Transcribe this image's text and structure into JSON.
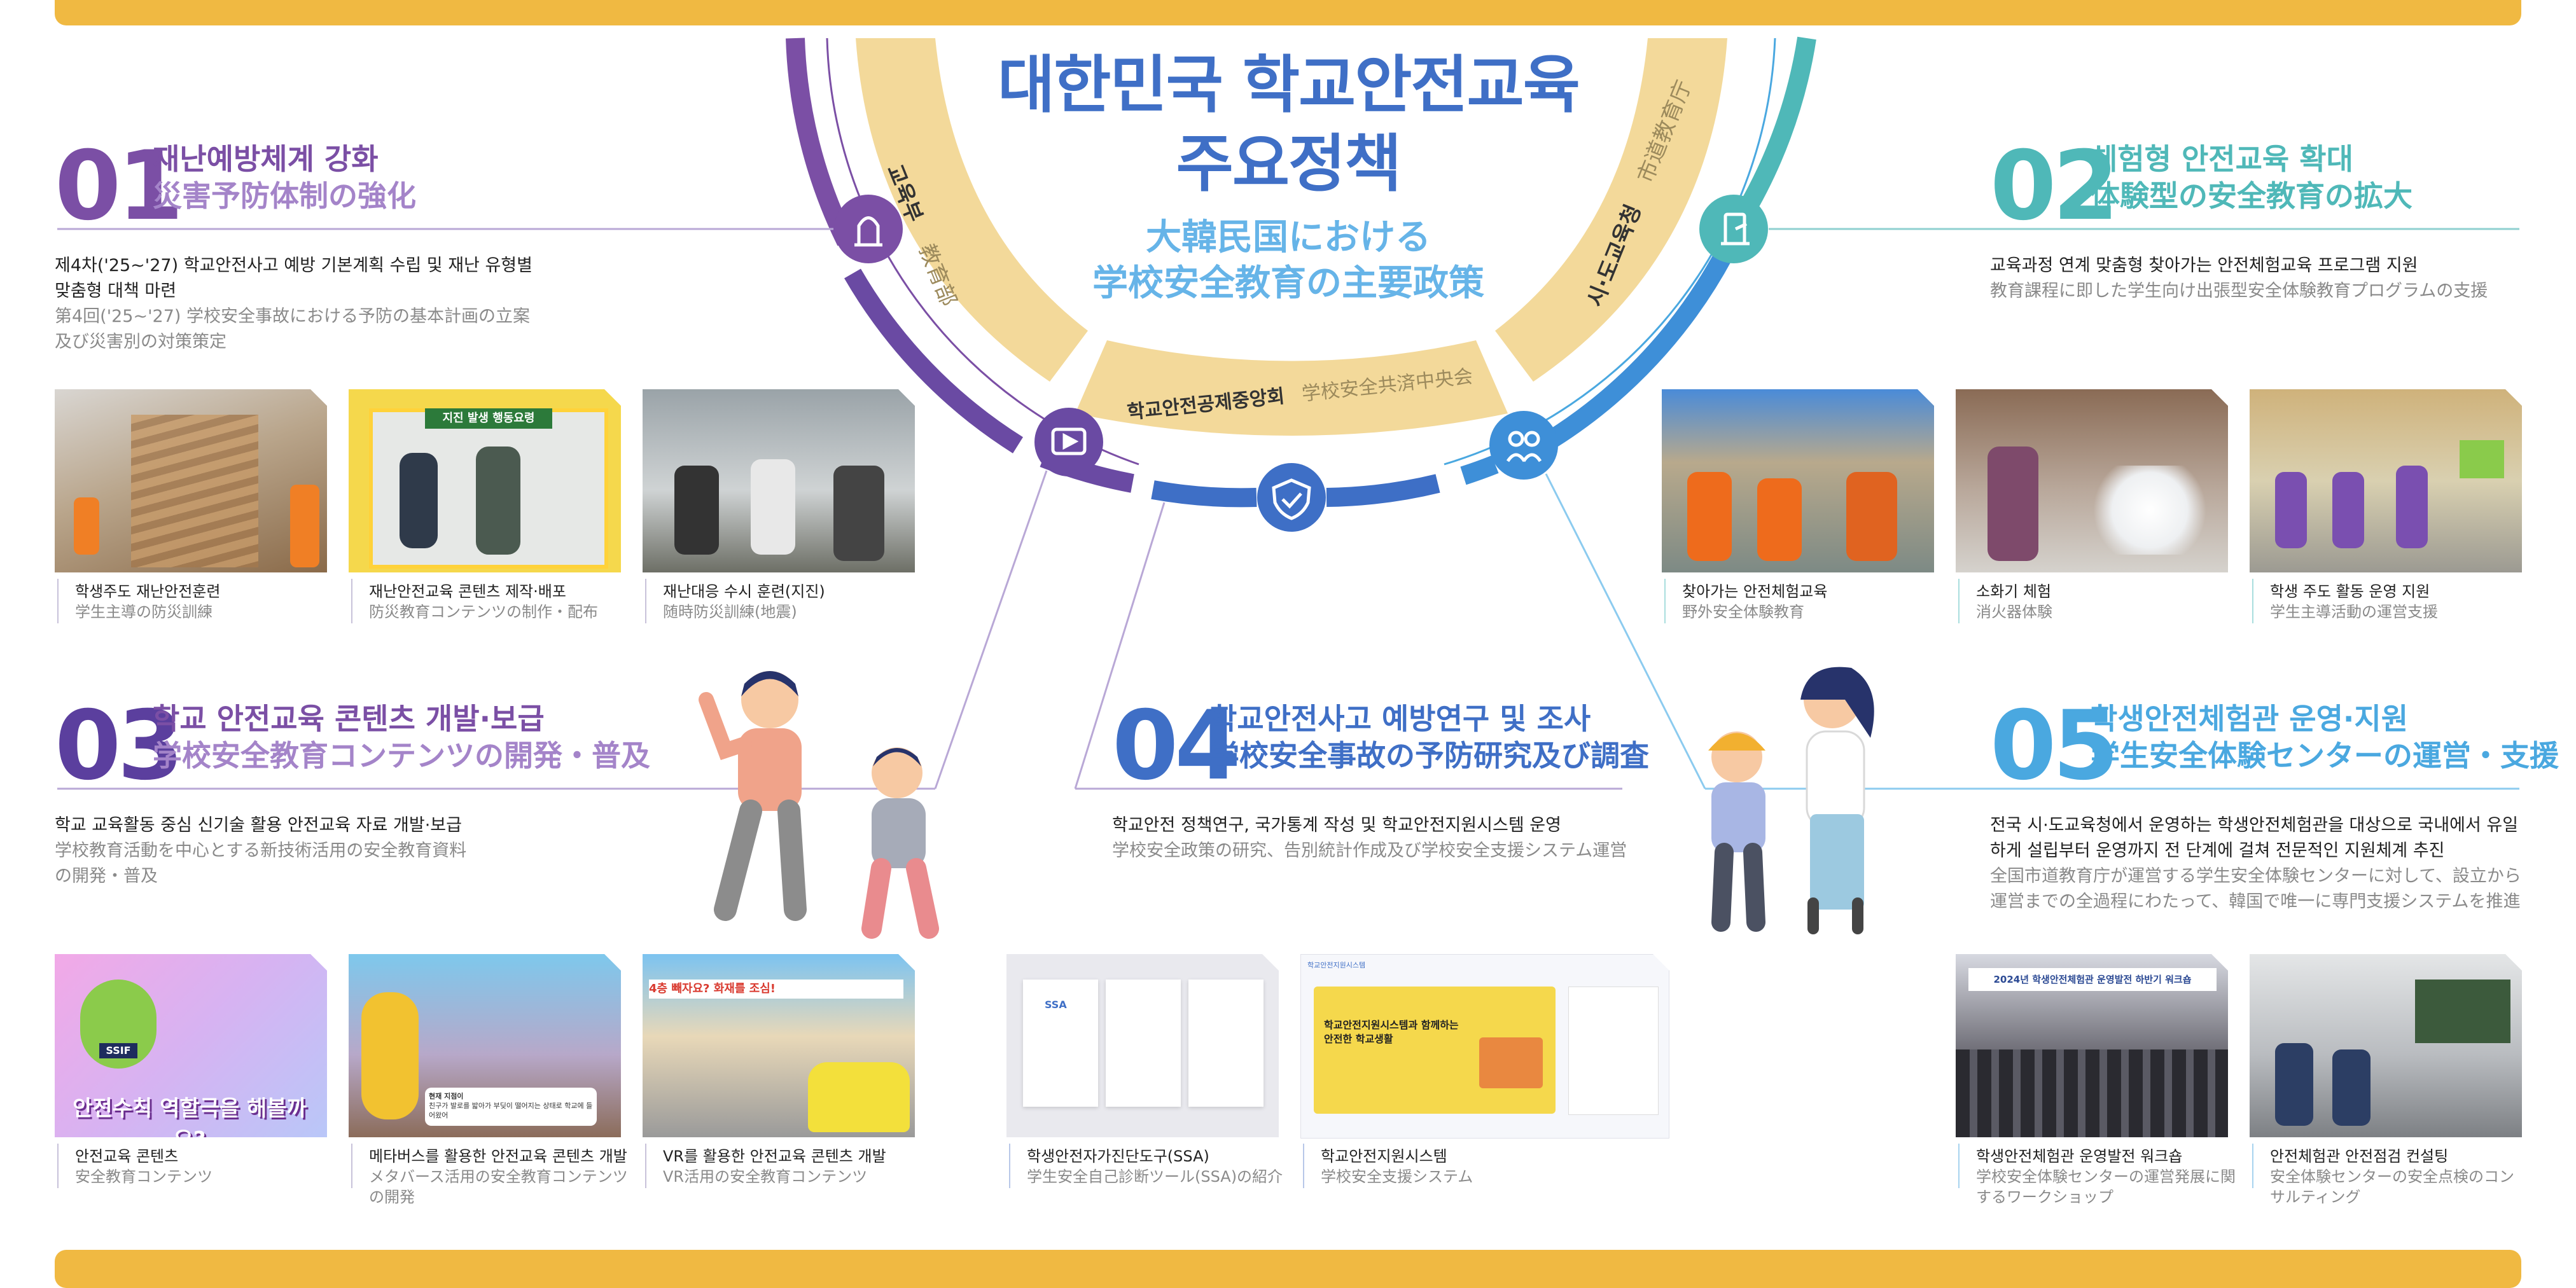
{
  "header": {
    "title_line1": "대한민국 학교안전교육",
    "title_line2": "주요정책",
    "subtitle_line1": "大韓民国における",
    "subtitle_line2": "学校安全教育の主要政策"
  },
  "ribbons": {
    "left_ko": "교육부",
    "left_ja": "教育部",
    "right_ko": "시·도교육청",
    "right_ja": "市道教育庁",
    "bottom_ko": "학교안전공제중앙회",
    "bottom_ja": "学校安全共済中央会"
  },
  "colors": {
    "purple": "#7B4FA5",
    "teal": "#4FB8B8",
    "blue": "#3F6FC6",
    "skyblue": "#4AA8E0",
    "gold": "#F0B942",
    "ribbon": "#F3D99A",
    "arc_purple": "#6A4AA3",
    "arc_blue": "#3E6FC6"
  },
  "sections": {
    "s01": {
      "num": "01",
      "title_ko": "재난예방체계 강화",
      "title_ja": "災害予防体制の強化",
      "desc_ko": "제4차('25~'27) 학교안전사고 예방 기본계획 수립 및 재난 유형별 맞춤형 대책 마련",
      "desc_ja": "第4回('25~'27) 学校安全事故における予防の基本計画の立案及び災害別の対策策定",
      "photos": [
        {
          "ko": "학생주도 재난안전훈련",
          "ja": "学生主導の防災訓練"
        },
        {
          "ko": "재난안전교육 콘텐츠 제작·배포",
          "ja": "防災教育コンテンツの制作・配布"
        },
        {
          "ko": "재난대응 수시 훈련(지진)",
          "ja": "随時防災訓練(地震)"
        }
      ],
      "photo_sign": "지진 발생 행동요령"
    },
    "s02": {
      "num": "02",
      "title_ko": "체험형 안전교육 확대",
      "title_ja": "体験型の安全教育の拡大",
      "desc_ko": "교육과정 연계 맞춤형 찾아가는 안전체험교육 프로그램 지원",
      "desc_ja": "教育課程に即した学生向け出張型安全体験教育プログラムの支援",
      "photos": [
        {
          "ko": "찾아가는 안전체험교육",
          "ja": "野外安全体験教育"
        },
        {
          "ko": "소화기 체험",
          "ja": "消火器体験"
        },
        {
          "ko": "학생 주도 활동 운영 지원",
          "ja": "学生主導活動の運営支援"
        }
      ]
    },
    "s03": {
      "num": "03",
      "title_ko": "학교 안전교육 콘텐츠 개발·보급",
      "title_ja": "学校安全教育コンテンツの開発・普及",
      "desc_ko": "학교 교육활동 중심 신기술 활용 안전교육 자료 개발·보급",
      "desc_ja": "学校教育活動を中心とする新技術活用の安全教育資料の開発・普及",
      "photos": [
        {
          "ko": "안전교육 콘텐츠",
          "ja": "安全教育コンテンツ"
        },
        {
          "ko": "메타버스를 활용한 안전교육 콘텐츠 개발",
          "ja": "メタバース活用の安全教育コンテンツの開発"
        },
        {
          "ko": "VR를 활용한 안전교육 콘텐츠 개발",
          "ja": "VR活用の安全教育コンテンツ"
        }
      ],
      "photo_banner": "안전수칙 역할극을 해볼까요?",
      "photo_badge": "SSIF",
      "photo_caption_small": "현재 지점이",
      "photo_caption_small2": "친구가 발로를 밟아가 부딪이 떨어지는 상태로 학교에 들어왔어",
      "photo_vr_sign": "4층 빼자요? 화재를 조심!"
    },
    "s04": {
      "num": "04",
      "title_ko": "학교안전사고 예방연구 및 조사",
      "title_ja": "学校安全事故の予防研究及び調査",
      "desc_ko": "학교안전 정책연구, 국가통계 작성 및 학교안전지원시스템 운영",
      "desc_ja": "学校安全政策の研究、告別統計作成及び学校安全支援システム運営",
      "photos": [
        {
          "ko": "학생안전자가진단도구(SSA)",
          "ja": "学生安全自己診断ツール(SSA)の紹介"
        },
        {
          "ko": "학교안전지원시스템",
          "ja": "学校安全支援システム"
        }
      ],
      "doc_label": "SSA",
      "doc_title": "학교안전지원시스템",
      "site_headline": "학교안전지원시스템과 함께하는 안전한 학교생활"
    },
    "s05": {
      "num": "05",
      "title_ko": "학생안전체험관 운영·지원",
      "title_ja": "学生安全体験センターの運営・支援",
      "desc_ko": "전국 시·도교육청에서 운영하는 학생안전체험관을 대상으로 국내에서 유일하게 설립부터 운영까지 전 단계에 걸쳐 전문적인 지원체계 추진",
      "desc_ja": "全国市道教育庁が運営する学生安全体験センターに対して、設立から運営までの全過程にわたって、韓国で唯一に専門支援システムを推進",
      "photos": [
        {
          "ko": "학생안전체험관 운영발전 워크숍",
          "ja": "学校安全体験センターの運営発展に関するワークショップ"
        },
        {
          "ko": "안전체험관 안전점검 컨설팅",
          "ja": "安全体験センターの安全点検のコンサルティング"
        }
      ],
      "banner_text": "2024년 학생안전체험관 운영발전 하반기 워크숍"
    }
  }
}
